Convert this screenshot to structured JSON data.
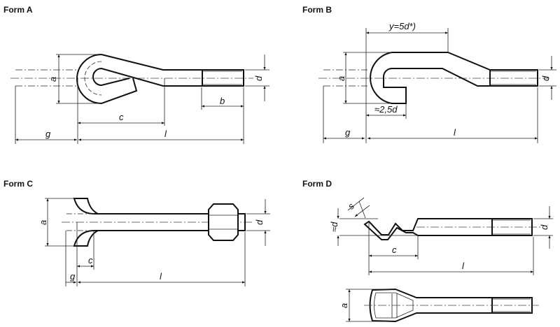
{
  "forms": {
    "a": {
      "title": "Form A",
      "labels": {
        "a": "a",
        "d": "d",
        "b": "b",
        "c": "c",
        "g": "g",
        "l": "l"
      }
    },
    "b": {
      "title": "Form B",
      "labels": {
        "y": "y=5d*)",
        "a": "a",
        "d": "d",
        "r": "≈2,5d",
        "g": "g",
        "l": "l"
      }
    },
    "c": {
      "title": "Form C",
      "labels": {
        "a": "a",
        "d": "d",
        "c": "c",
        "g": "g",
        "l": "l"
      }
    },
    "d": {
      "title": "Form D",
      "labels": {
        "s": "s",
        "ad": "≈d",
        "d": "d",
        "c": "c",
        "l": "l",
        "a": "a"
      }
    }
  }
}
